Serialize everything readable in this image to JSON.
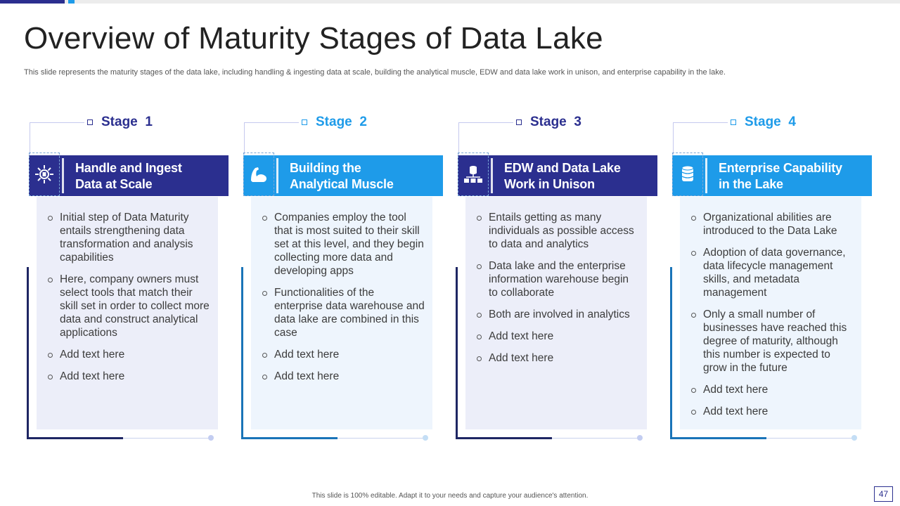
{
  "slide": {
    "title": "Overview of Maturity Stages of Data Lake",
    "subtitle": "This slide represents the maturity stages of the data lake, including handling & ingesting data at scale, building the analytical muscle, EDW and data lake work in unison, and enterprise capability in the lake.",
    "footer": "This slide is 100% editable. Adapt it to your needs and capture your audience's attention.",
    "page_number": "47"
  },
  "colors": {
    "navy": "#2b2f8f",
    "blue": "#1e9be9",
    "dark_line": "#1e2663",
    "blue_line": "#1a74b8",
    "panel_lavender": "#eceef9",
    "panel_blue": "#eef5fd"
  },
  "stages": [
    {
      "stage_label": "Stage",
      "stage_number": "1",
      "icon": "gear-data-icon",
      "title_line1": "Handle and Ingest",
      "title_line2": "Data at Scale",
      "bullets": [
        "Initial step of Data Maturity entails strengthening data transformation and analysis capabilities",
        "Here, company owners must select tools that match their skill set in order to collect more data and construct analytical applications",
        "Add text here",
        "Add text here"
      ]
    },
    {
      "stage_label": "Stage",
      "stage_number": "2",
      "icon": "flexed-arm-icon",
      "title_line1": "Building the",
      "title_line2": "Analytical Muscle",
      "bullets": [
        "Companies employ the tool that is most suited to their skill set at this level, and they begin collecting more data and developing apps",
        "Functionalities of the enterprise data warehouse and data lake are combined in this case",
        "Add text here",
        "Add text here"
      ]
    },
    {
      "stage_label": "Stage",
      "stage_number": "3",
      "icon": "database-network-icon",
      "title_line1": "EDW and Data Lake",
      "title_line2": "Work in Unison",
      "bullets": [
        "Entails getting as many individuals as possible access to data and analytics",
        "Data lake and the enterprise information warehouse begin to collaborate",
        "Both are involved in analytics",
        "Add text here",
        "Add text here"
      ]
    },
    {
      "stage_label": "Stage",
      "stage_number": "4",
      "icon": "database-cylinder-icon",
      "title_line1": "Enterprise Capability",
      "title_line2": "in the Lake",
      "bullets": [
        "Organizational abilities are introduced to the Data Lake",
        "Adoption of data governance, data lifecycle management skills, and metadata management",
        "Only a small number of businesses have reached this degree of maturity, although this number is expected to grow in the future",
        "Add text here",
        "Add text here"
      ]
    }
  ]
}
